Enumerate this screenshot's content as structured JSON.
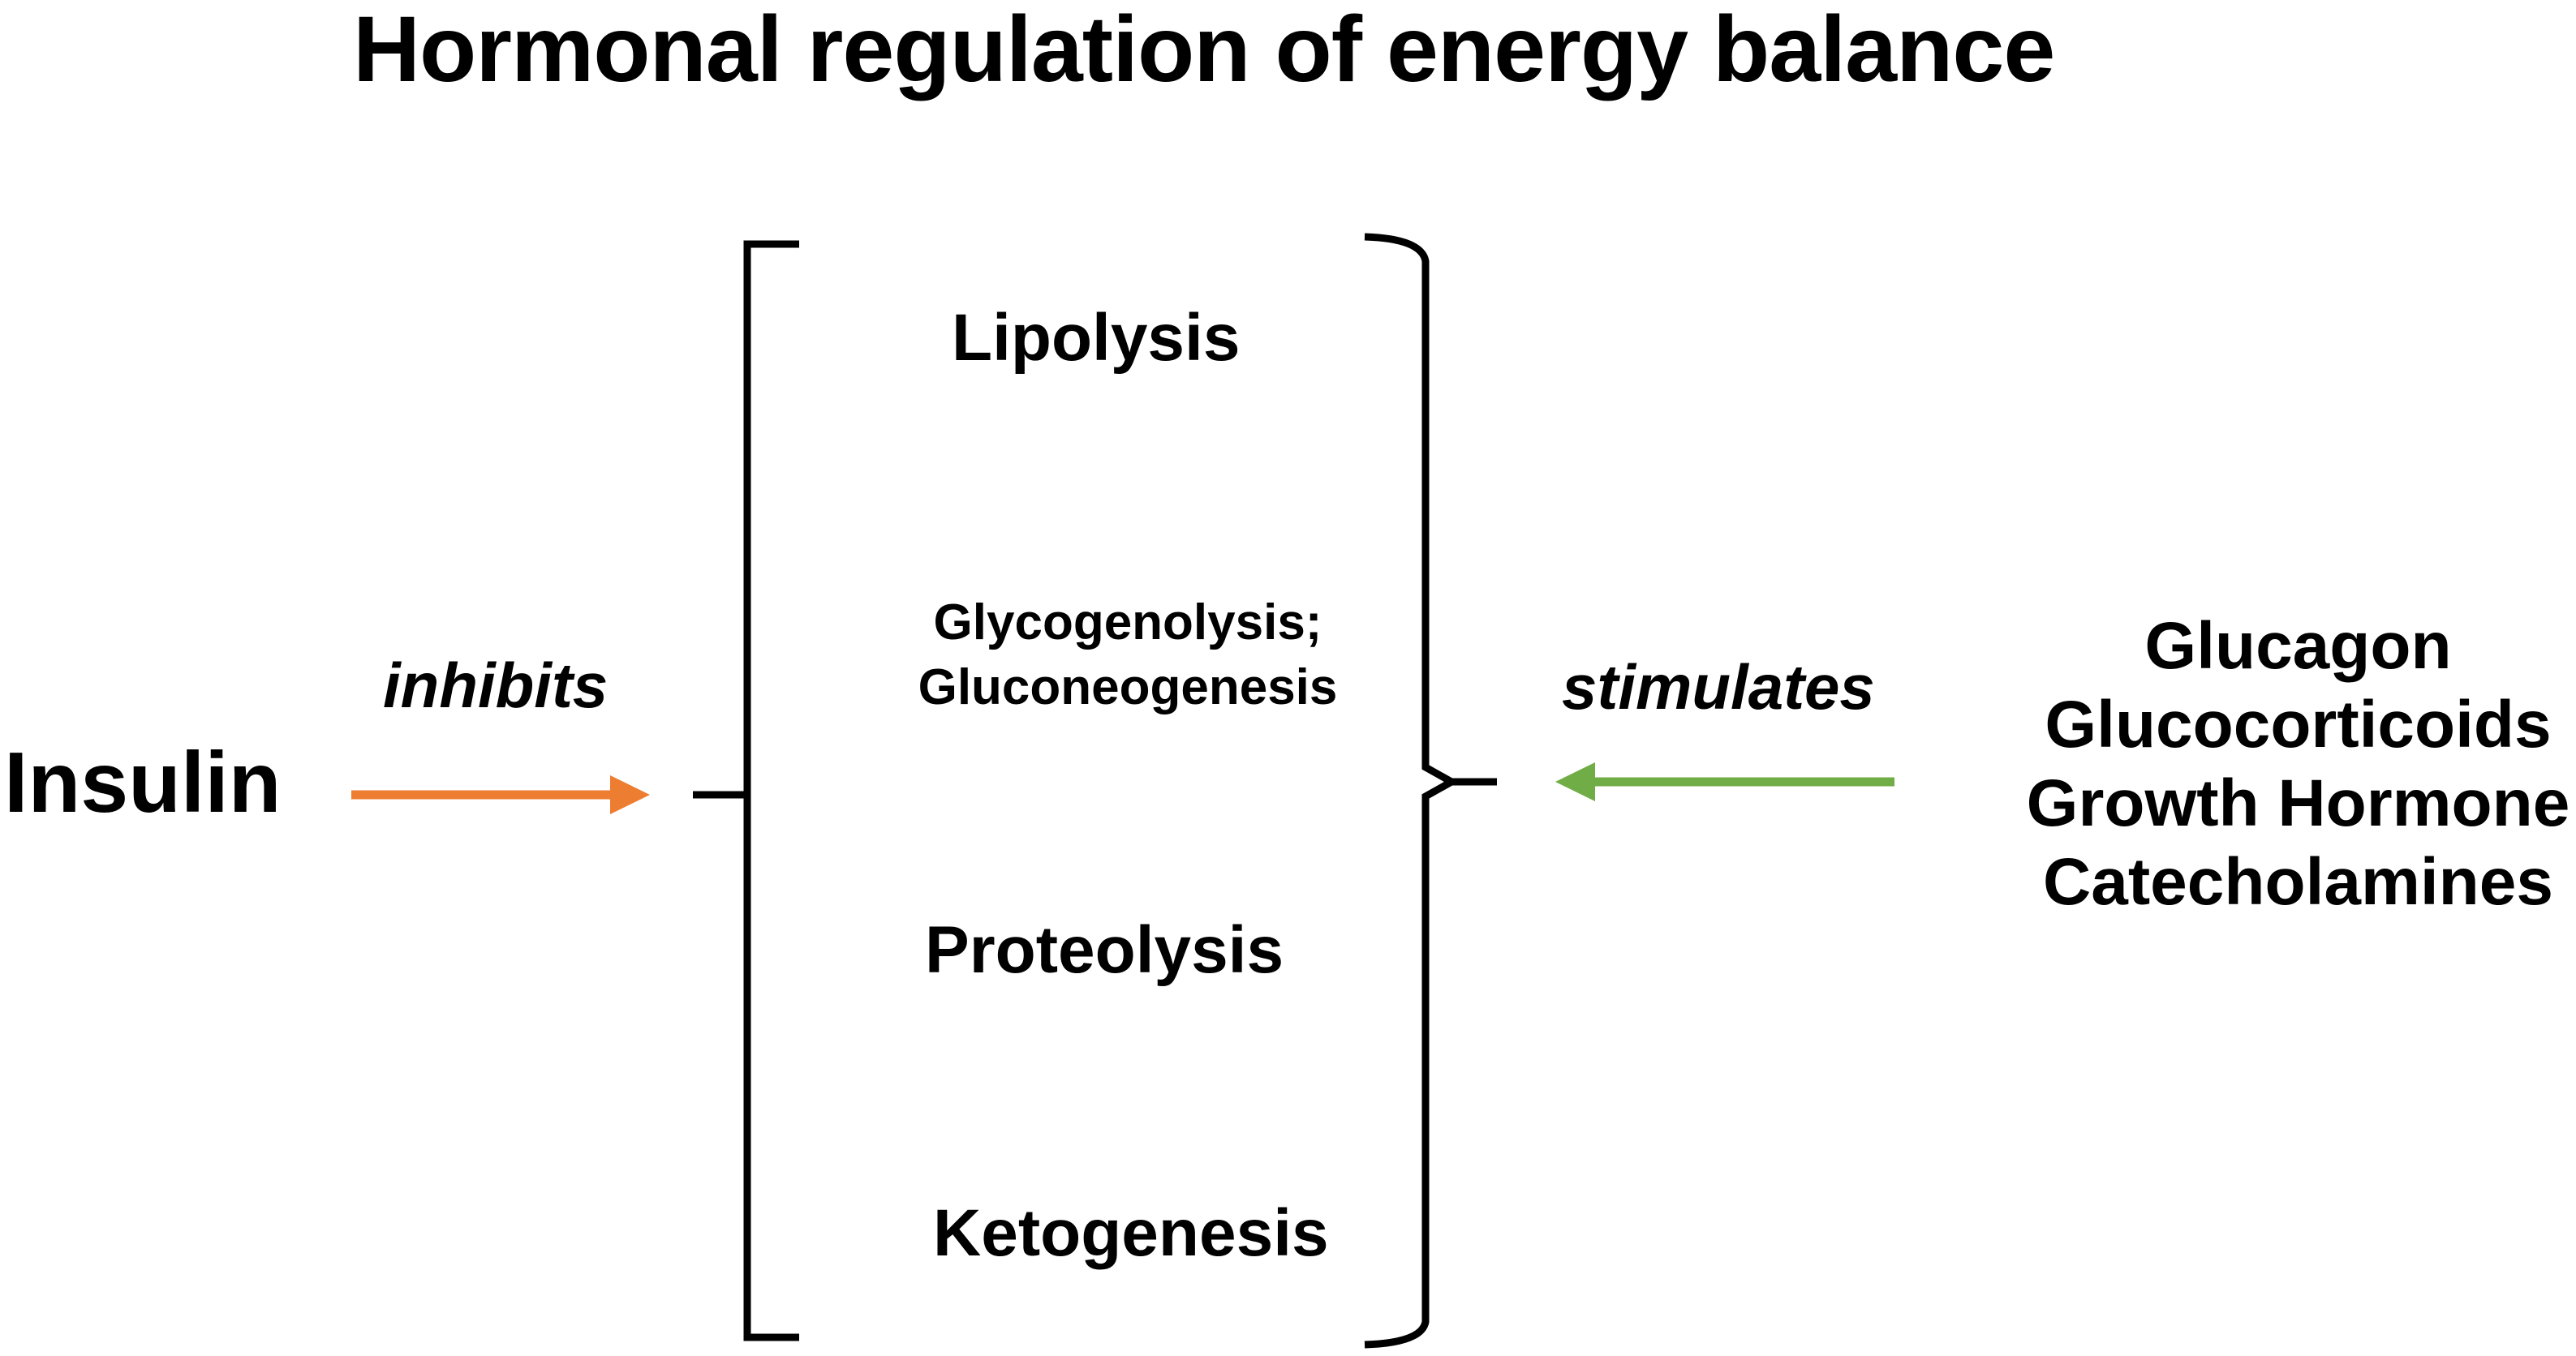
{
  "title": "Hormonal regulation of energy balance",
  "left_side": {
    "hormone": "Insulin",
    "action_label": "inhibits",
    "arrow_icon": "right-arrow-icon",
    "arrow_direction": "right"
  },
  "right_side": {
    "action_label": "stimulates",
    "arrow_icon": "left-arrow-icon",
    "arrow_direction": "left",
    "hormones": [
      "Glucagon",
      "Glucocorticoids",
      "Growth Hormone",
      "Catecholamines"
    ]
  },
  "bracket_items": [
    {
      "lines": [
        "Lipolysis"
      ]
    },
    {
      "lines": [
        "Glycogenolysis;",
        "Gluconeogenesis"
      ]
    },
    {
      "lines": [
        "Proteolysis"
      ]
    },
    {
      "lines": [
        "Ketogenesis"
      ]
    }
  ],
  "colors": {
    "inhibit_arrow": "#ED7D31",
    "stimulate_arrow": "#70AD47",
    "bracket": "#000000",
    "text": "#000000",
    "background": "#FFFFFF"
  }
}
